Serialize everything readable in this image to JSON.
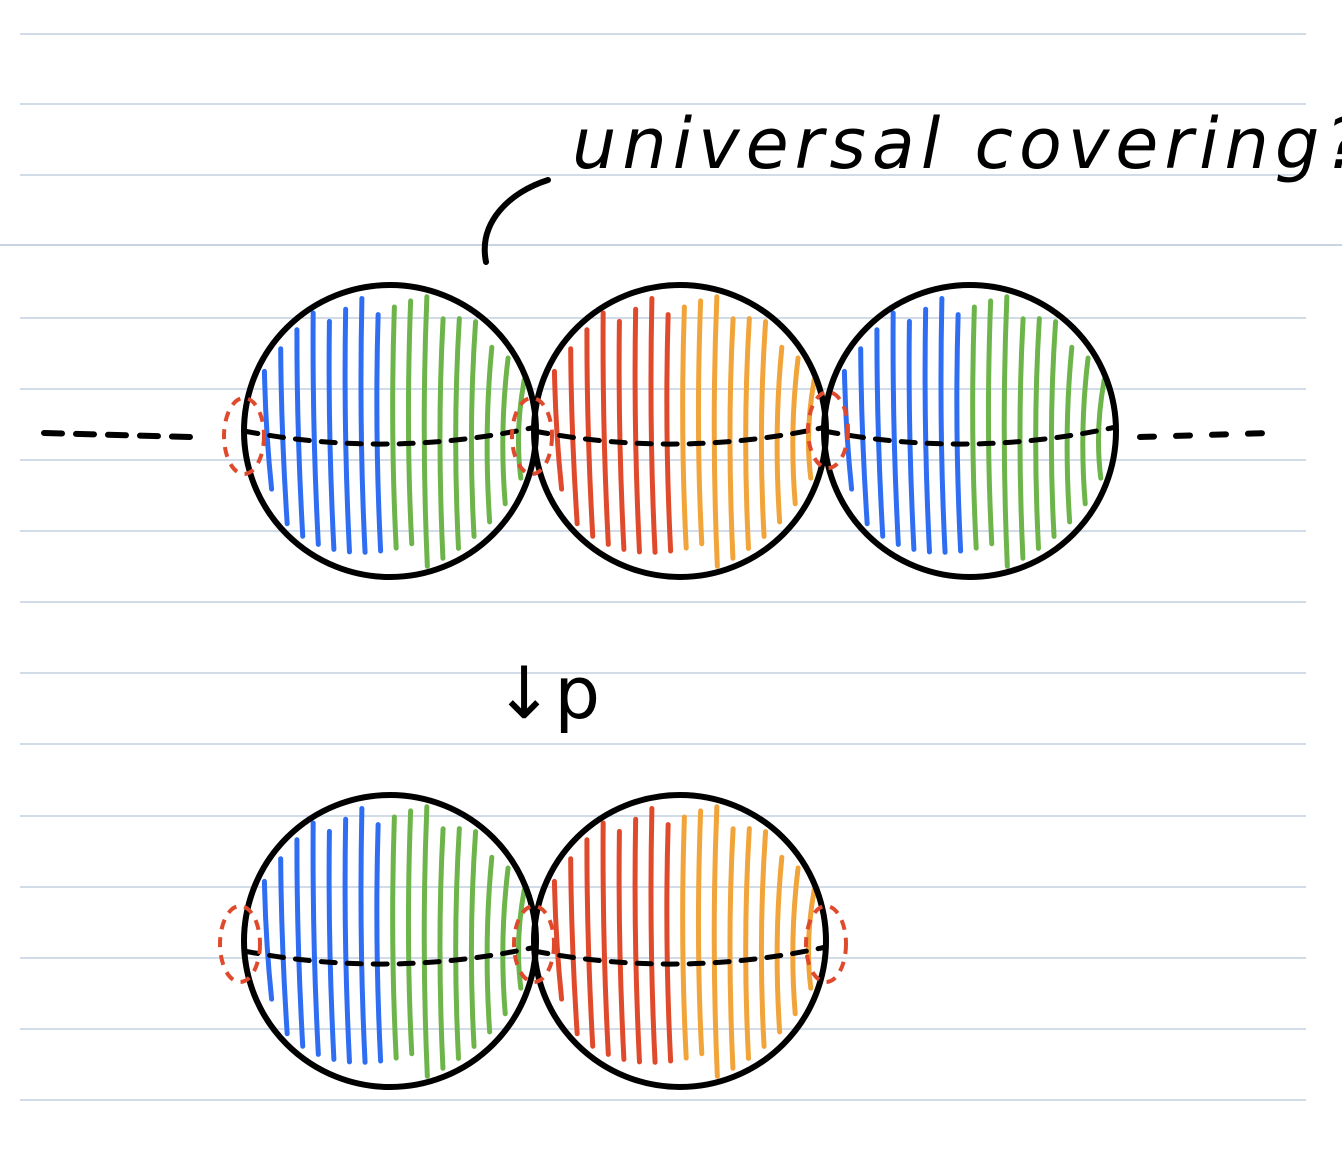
{
  "annotation": {
    "title": "universal covering?",
    "map_label": "↓p"
  },
  "diagram": {
    "covering_spheres": 3,
    "base_spheres": 2,
    "ellipsis_marks": "- - -"
  },
  "colors": {
    "ruled_line": "#b7c6d9",
    "outline": "#000000",
    "blue": "#2f6ef2",
    "green": "#6db54a",
    "red": "#e04a2c",
    "orange": "#f0a43a",
    "gluing_circle": "#e04a2c"
  }
}
